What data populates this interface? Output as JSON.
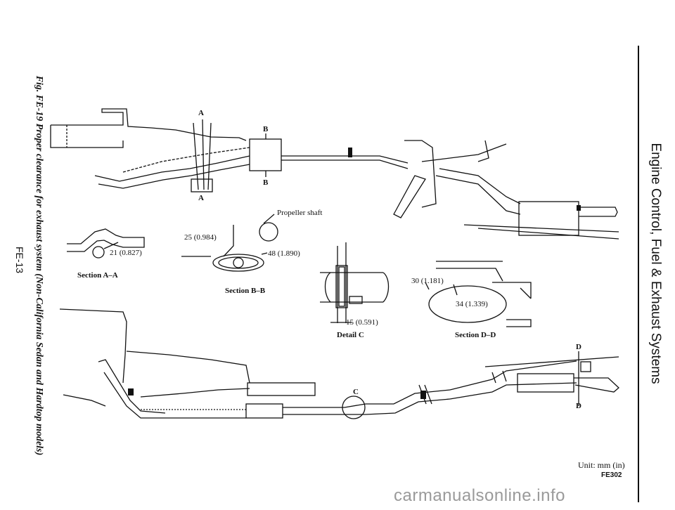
{
  "header": {
    "section_title": "Engine Control, Fuel & Exhaust Systems"
  },
  "page": {
    "number": "FE-13"
  },
  "figure": {
    "caption": "Fig. FE-19 Proper clearance for exhaust system (Non-California Sedan and Hardtop models)",
    "unit_label": "Unit:  mm (in)",
    "code": "FE302"
  },
  "labels": {
    "section_a_letter_top": "A",
    "section_a_letter_bottom": "A",
    "section_b_letter_top": "B",
    "section_b_letter_bottom": "B",
    "propeller_shaft": "Propeller shaft",
    "dim_25": "25 (0.984)",
    "dim_48": "48 (1.890)",
    "dim_21": "21 (0.827)",
    "section_aa": "Section A–A",
    "section_bb": "Section B–B",
    "dim_15": "15 (0.591)",
    "detail_c": "Detail C",
    "dim_30": "30 (1.181)",
    "dim_34": "34 (1.339)",
    "section_dd": "Section D–D",
    "letter_c": "C",
    "letter_d_top": "D",
    "letter_d_bottom": "D"
  },
  "watermark": "carmanualsonline.info"
}
